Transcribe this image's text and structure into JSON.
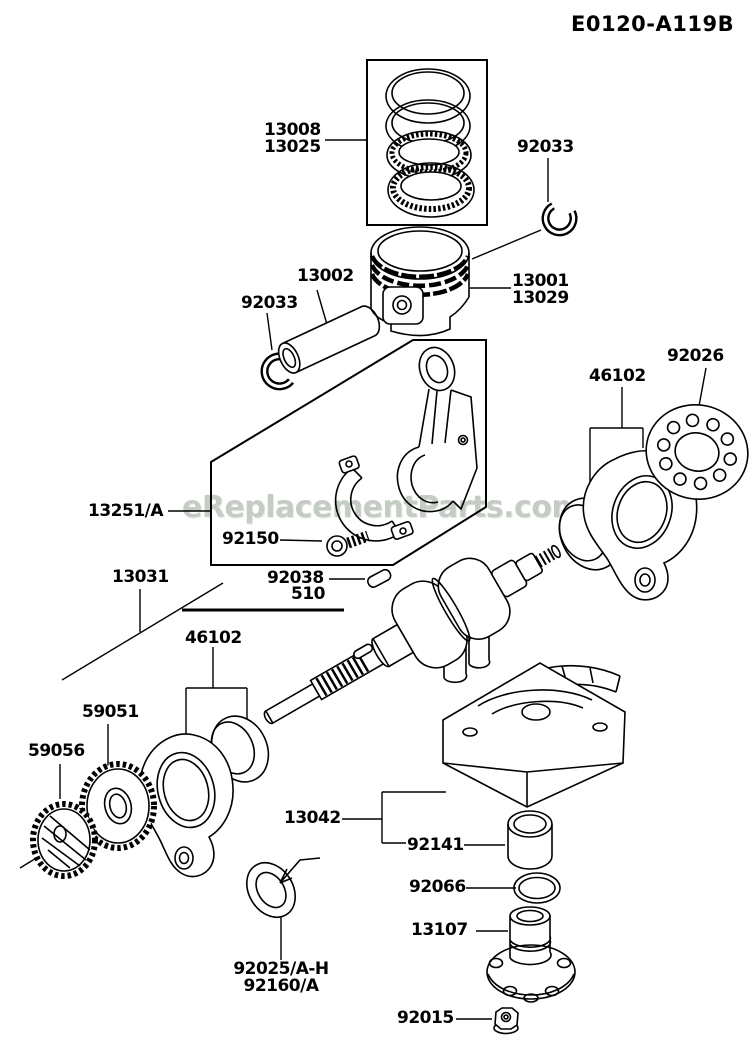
{
  "diagram": {
    "drawing_number": "E0120-A119B",
    "watermark": "eReplacementParts.com",
    "callouts": {
      "ring_set_top": "13008",
      "ring_set_bottom": "13025",
      "circlip": "92033",
      "piston_pin": "13002",
      "piston_top": "13001",
      "piston_bottom": "13029",
      "plate": "92026",
      "bearing_seal": "46102",
      "connecting_rod": "13251/A",
      "rod_bolt": "92150",
      "crankshaft": "13031",
      "woodruff_key": "92038",
      "key_alt": "510",
      "gear_spur": "59051",
      "gear_pinion": "59056",
      "crankcase_cap": "13042",
      "bushing": "92141",
      "oring": "92066",
      "hub": "13107",
      "shim_top": "92025/A-H",
      "shim_bottom": "92160/A",
      "nut": "92015"
    },
    "colors": {
      "line": "#000000",
      "background": "#ffffff",
      "watermark": "#c4ccc4"
    }
  }
}
